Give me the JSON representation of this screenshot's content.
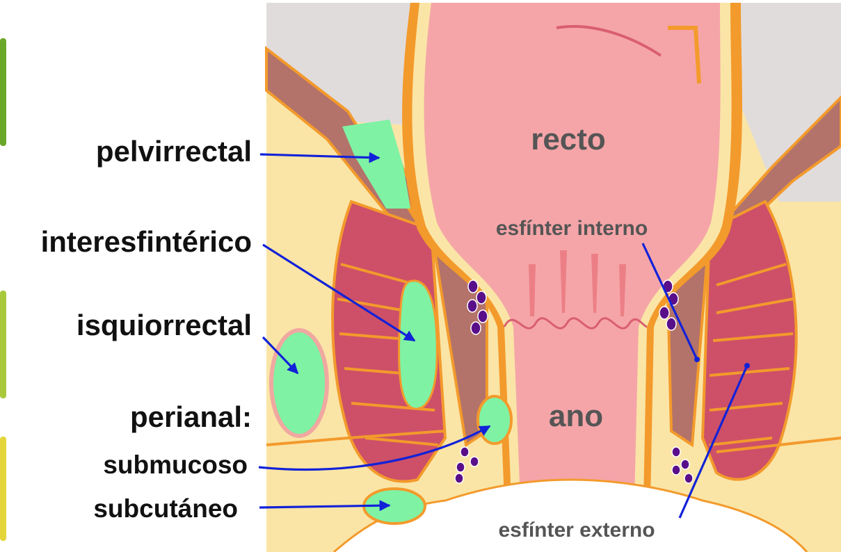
{
  "labels": {
    "pelvirrectal": "pelvirrectal",
    "interesfinterico": "interesfintérico",
    "isquiorrectal": "isquiorrectal",
    "perianal": "perianal:",
    "submucoso": "submucoso",
    "subcutaneo": "subcutáneo",
    "recto": "recto",
    "ano": "ano",
    "esfinter_interno": "esfínter interno",
    "esfinter_externo": "esfínter externo"
  },
  "colors": {
    "abscess_fill": "#7ff2a4",
    "arrow": "#1222d8",
    "skin": "#fae5a6",
    "muscle": "#cd5068",
    "fascia_orange": "#f39a2c",
    "rectal_lumen": "#f5a5a8",
    "pelvic_grey": "#e1dcdc",
    "gland_purple": "#5a0f8a",
    "left_bar_green": "#6aa82a",
    "left_bar_yellowgreen": "#a9c93c",
    "left_bar_yellow": "#e4d63a"
  }
}
